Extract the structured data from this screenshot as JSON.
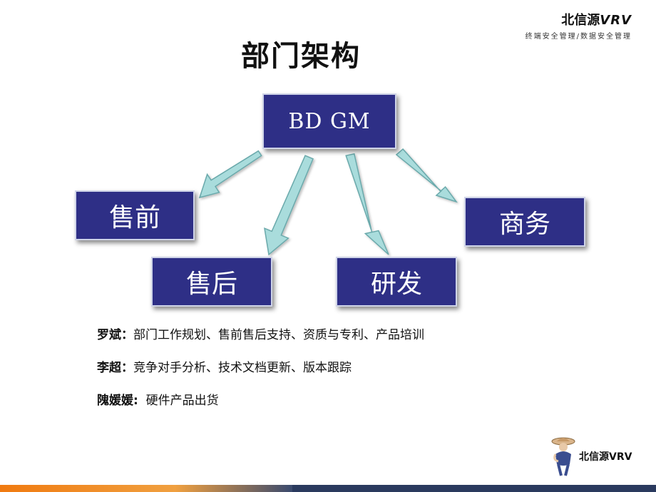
{
  "brand": {
    "name": "北信源",
    "name_latin": "VRV",
    "tagline": "终端安全管理/数据安全管理"
  },
  "title": "部门架构",
  "org": {
    "root": "BD GM",
    "children": [
      "售前",
      "售后",
      "研发",
      "商务"
    ]
  },
  "roles": [
    {
      "name": "罗斌：",
      "duties": "部门工作规划、售前售后支持、资质与专利、产品培训"
    },
    {
      "name": "李超：",
      "duties": "竞争对手分析、技术文档更新、版本跟踪"
    },
    {
      "name": "隗媛媛:",
      "duties": "  硬件产品出货"
    }
  ],
  "footer": {
    "brand": "北信源VRV"
  },
  "colors": {
    "box_fill": "#2e2f86",
    "box_border": "#cfd4e8",
    "arrow_fill": "#a9dcdc",
    "arrow_stroke": "#6aa9ab",
    "footer_bar": "#2a3a5e",
    "footer_accent": "#f07a10"
  }
}
